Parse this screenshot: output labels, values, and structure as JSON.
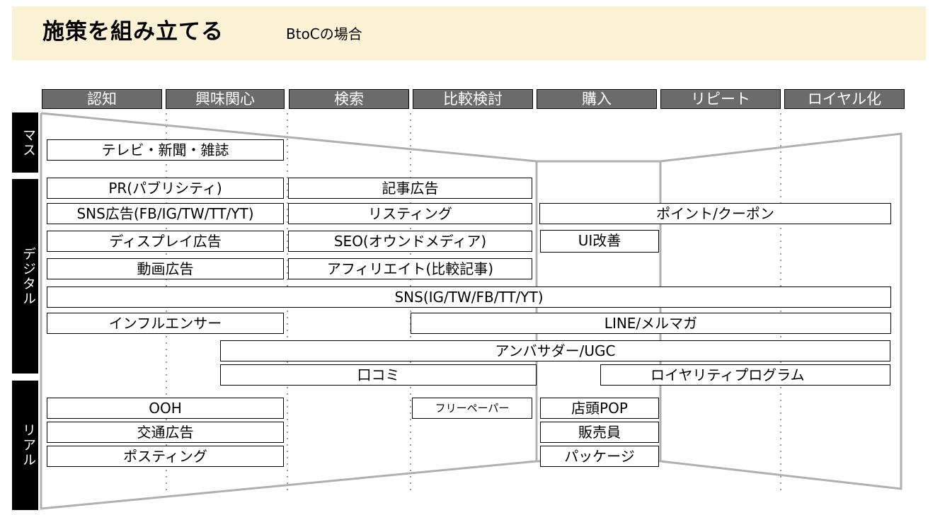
{
  "header": {
    "title": "施策を組み立てる",
    "subtitle": "BtoCの場合"
  },
  "stages": [
    "認知",
    "興味関心",
    "検索",
    "比較検討",
    "購入",
    "リピート",
    "ロイヤル化"
  ],
  "categories": {
    "mass": "マス",
    "digital": "デジタル",
    "real": "リアル"
  },
  "measures": {
    "tv": "テレビ・新聞・雑誌",
    "pr": "PR(パブリシティ)",
    "sns_ads": "SNS広告(FB/IG/TW/TT/YT)",
    "display_ads": "ディスプレイ広告",
    "video_ads": "動画広告",
    "article_ads": "記事広告",
    "listing": "リスティング",
    "seo": "SEO(オウンドメディア)",
    "affiliate": "アフィリエイト(比較記事)",
    "points": "ポイント/クーポン",
    "ui": "UI改善",
    "sns": "SNS(IG/TW/FB/TT/YT)",
    "influencer": "インフルエンサー",
    "line": "LINE/メルマガ",
    "ambassador": "アンバサダー/UGC",
    "reviews": "口コミ",
    "loyalty": "ロイヤリティプログラム",
    "ooh": "OOH",
    "transit": "交通広告",
    "posting": "ポスティング",
    "free_paper": "フリーペーパー",
    "pop": "店頭POP",
    "sales_staff": "販売員",
    "packaging": "パッケージ"
  },
  "colors": {
    "header_band": "#fbf1d5",
    "stage_bg": "#6b6b6b",
    "funnel_line": "#b0b0b0",
    "category_bg": "#000000"
  }
}
